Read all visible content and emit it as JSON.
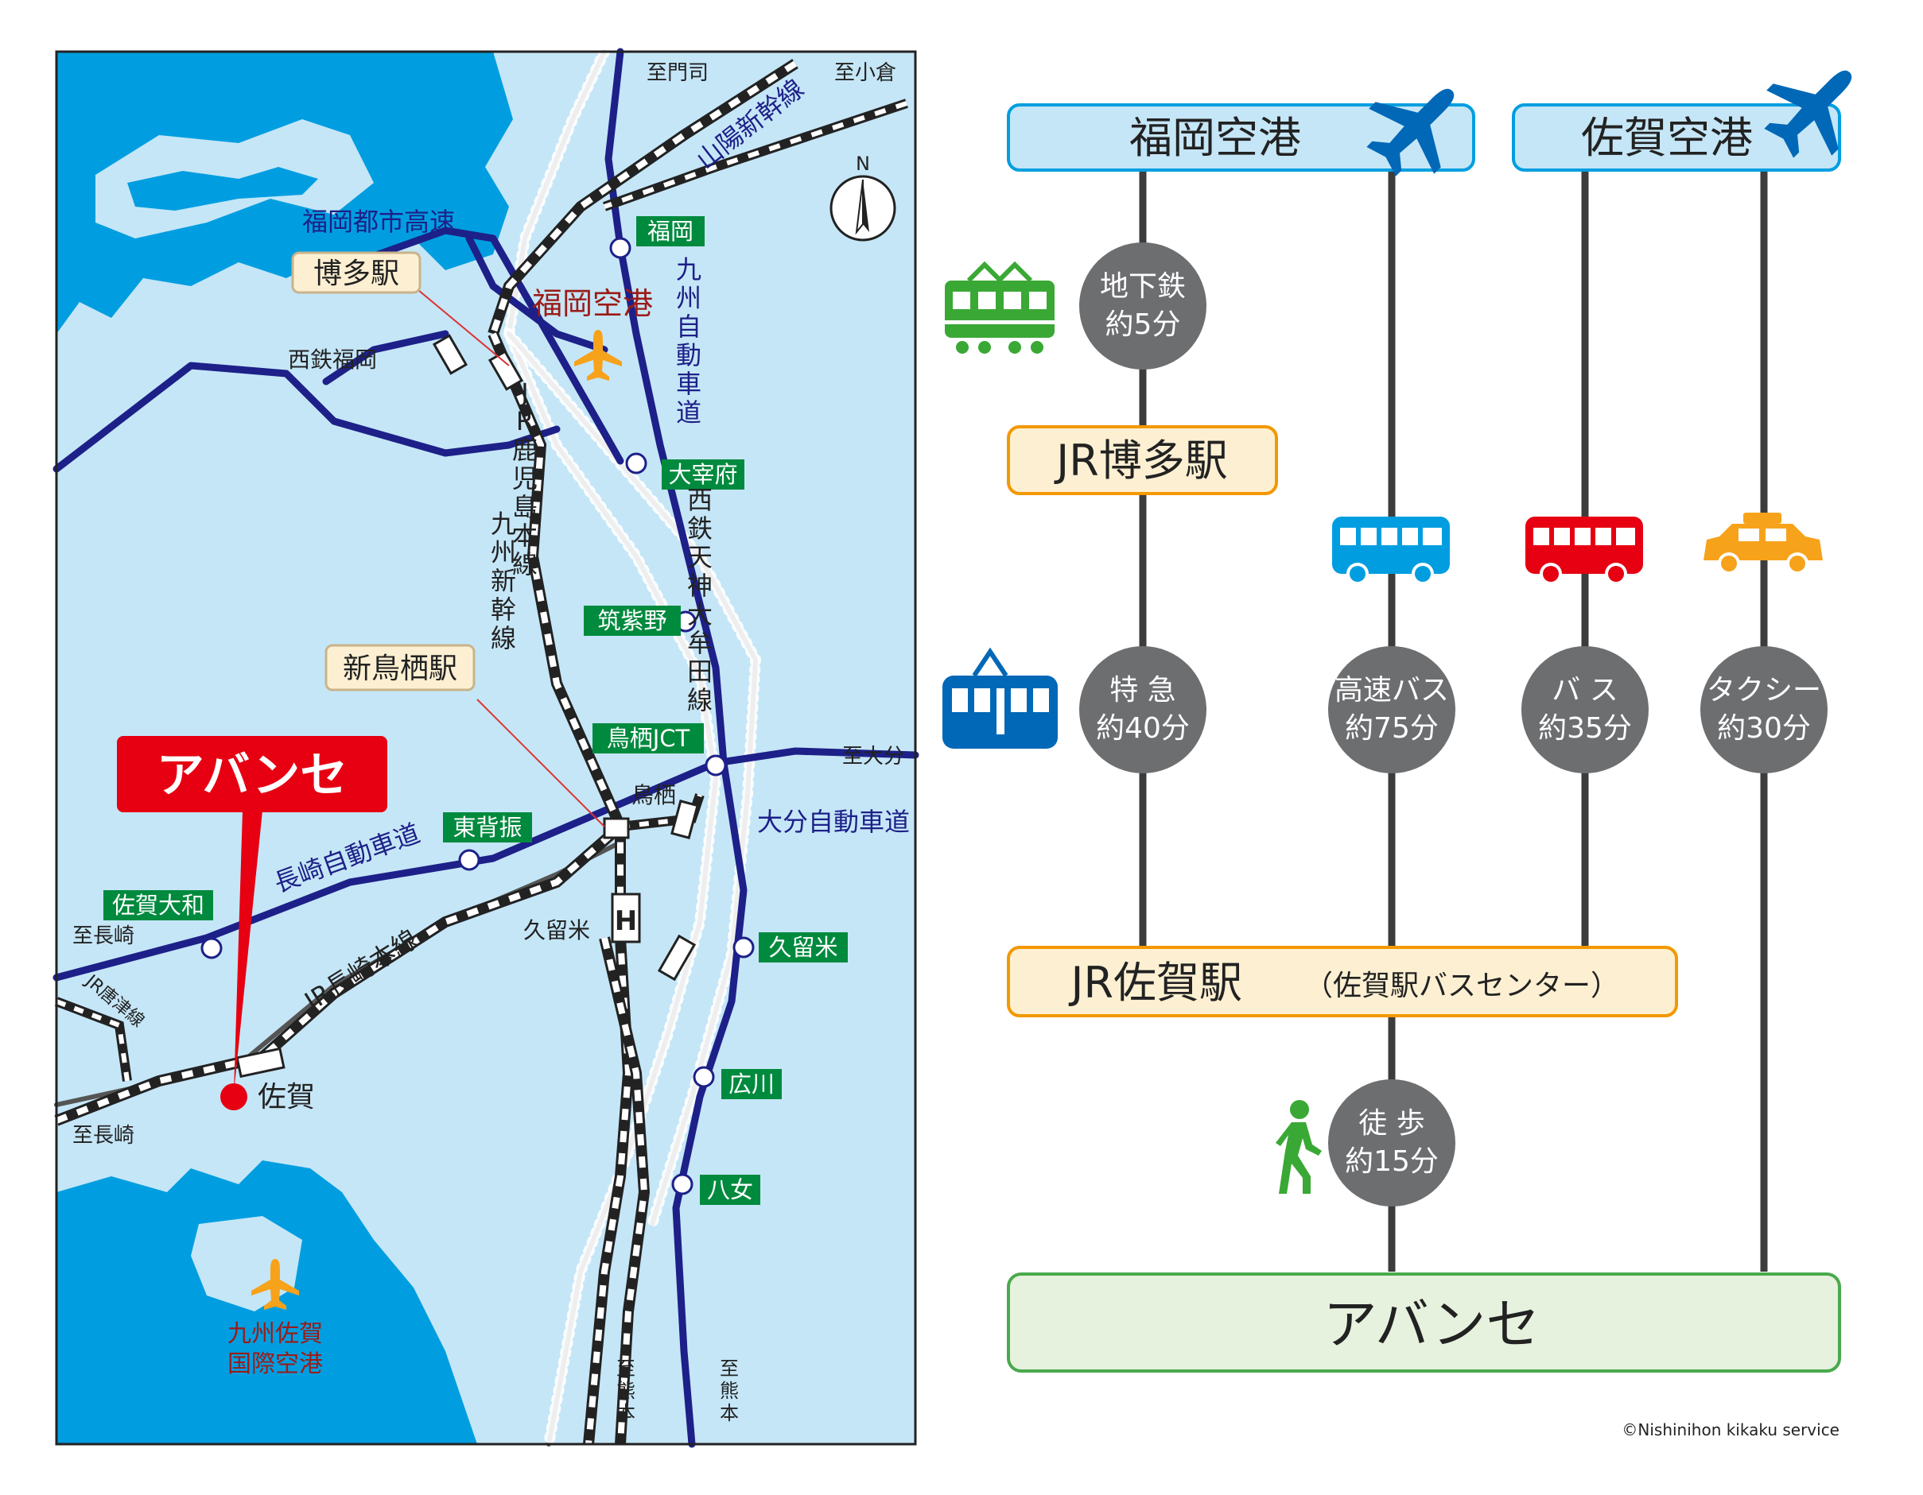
{
  "map": {
    "labels": {
      "to_moji": "至門司",
      "to_kokura": "至小倉",
      "sanyo_shinkansen": "山陽新幹線",
      "fukuoka_toshi_kosoku": "福岡都市高速",
      "nishitetsu_fukuoka": "西鉄福岡",
      "kyushu_expressway": "九州自動車道",
      "jr_kagoshima_line": "JR鹿児島本線",
      "nishitetsu_tenjin_omuta": "西鉄天神大牟田線",
      "kyushu_shinkansen": "九州新幹線",
      "to_oita": "至大分",
      "oita_expressway": "大分自動車道",
      "tosu": "鳥栖",
      "nagasaki_expressway": "長崎自動車道",
      "to_nagasaki_1": "至長崎",
      "to_nagasaki_2": "至長崎",
      "jr_karatsu_line": "JR唐津線",
      "jr_nagasaki_line": "JR長崎本線",
      "kurume": "久留米",
      "saga": "佐賀",
      "to_kumamoto_1": "至熊本",
      "to_kumamoto_2": "至熊本",
      "fukuoka_airport": "福岡空港",
      "saga_airport": "九州佐賀国際空港"
    },
    "interchanges": {
      "fukuoka": "福岡",
      "dazaifu": "大宰府",
      "chikushino": "筑紫野",
      "tosu_jct": "鳥栖JCT",
      "higashi_sefuri": "東背振",
      "saga_yamato": "佐賀大和",
      "kurume": "久留米",
      "hirokawa": "広川",
      "yame": "八女"
    },
    "callouts": {
      "hakata_station": "博多駅",
      "shin_tosu_station": "新鳥栖駅",
      "avance": "アバンセ"
    },
    "compass": "N"
  },
  "route": {
    "origins": [
      "福岡空港",
      "佐賀空港"
    ],
    "hakata": "JR博多駅",
    "subway": {
      "line1": "地下鉄",
      "line2": "約5分"
    },
    "express": {
      "line1": "特 急",
      "line2": "約40分"
    },
    "highway_bus": {
      "line1": "高速バス",
      "line2": "約75分"
    },
    "bus": {
      "line1": "バ ス",
      "line2": "約35分"
    },
    "taxi": {
      "line1": "タクシー",
      "line2": "約30分"
    },
    "saga_station": "JR佐賀駅",
    "saga_station_sub": "（佐賀駅バスセンター）",
    "walk": {
      "line1": "徒 歩",
      "line2": "約15分"
    },
    "destination": "アバンセ",
    "icons": [
      "airplane-icon",
      "airplane-icon",
      "train-icon",
      "tram-icon",
      "bus-icon",
      "bus-icon",
      "taxi-icon",
      "walker-icon"
    ]
  },
  "copyright": "©Nishinihon kikaku service",
  "colors": {
    "sea": "#009ee0",
    "land": "#c5e6f7",
    "expressway": "#1d2088",
    "interchange": "#008a3e",
    "avance_red": "#e60012",
    "node_gray": "#6d6e70",
    "sky_box": "#c5e6f7",
    "sky_border": "#009ee0",
    "cream_box": "#fdf0d2",
    "cream_border": "#f39800",
    "green_box": "#e6f2de",
    "green_border": "#4aa94d"
  }
}
